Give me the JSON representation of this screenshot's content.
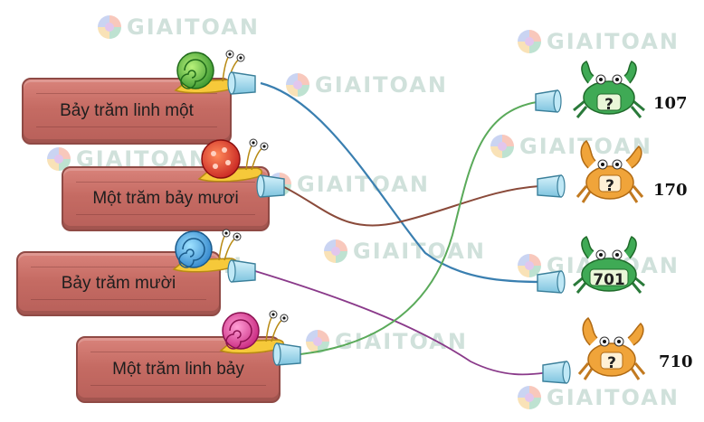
{
  "watermark": "GIAITOAN",
  "snails": [
    {
      "label": "Bảy trăm linh một",
      "shell_color": "#4caf3a"
    },
    {
      "label": "Một trăm bảy mươi",
      "shell_color": "#e53a2a"
    },
    {
      "label": "Bảy trăm mười",
      "shell_color": "#3aa0e0"
    },
    {
      "label": "Một trăm linh bảy",
      "shell_color": "#e03a90"
    }
  ],
  "crabs": [
    {
      "shell_label": "?",
      "number": "107",
      "color": "#3faa55"
    },
    {
      "shell_label": "?",
      "number": "170",
      "color": "#f0a43a"
    },
    {
      "shell_label": "701",
      "number": "",
      "color": "#3faa55"
    },
    {
      "shell_label": "?",
      "number": "710",
      "color": "#f0a43a"
    }
  ],
  "colors": {
    "plank": "#c56b63",
    "cup": "#a8dcef",
    "string_1": "#3a7fb0",
    "string_2": "#8a4a3a",
    "string_3": "#8a3a8a",
    "string_4": "#5aaa5a"
  }
}
